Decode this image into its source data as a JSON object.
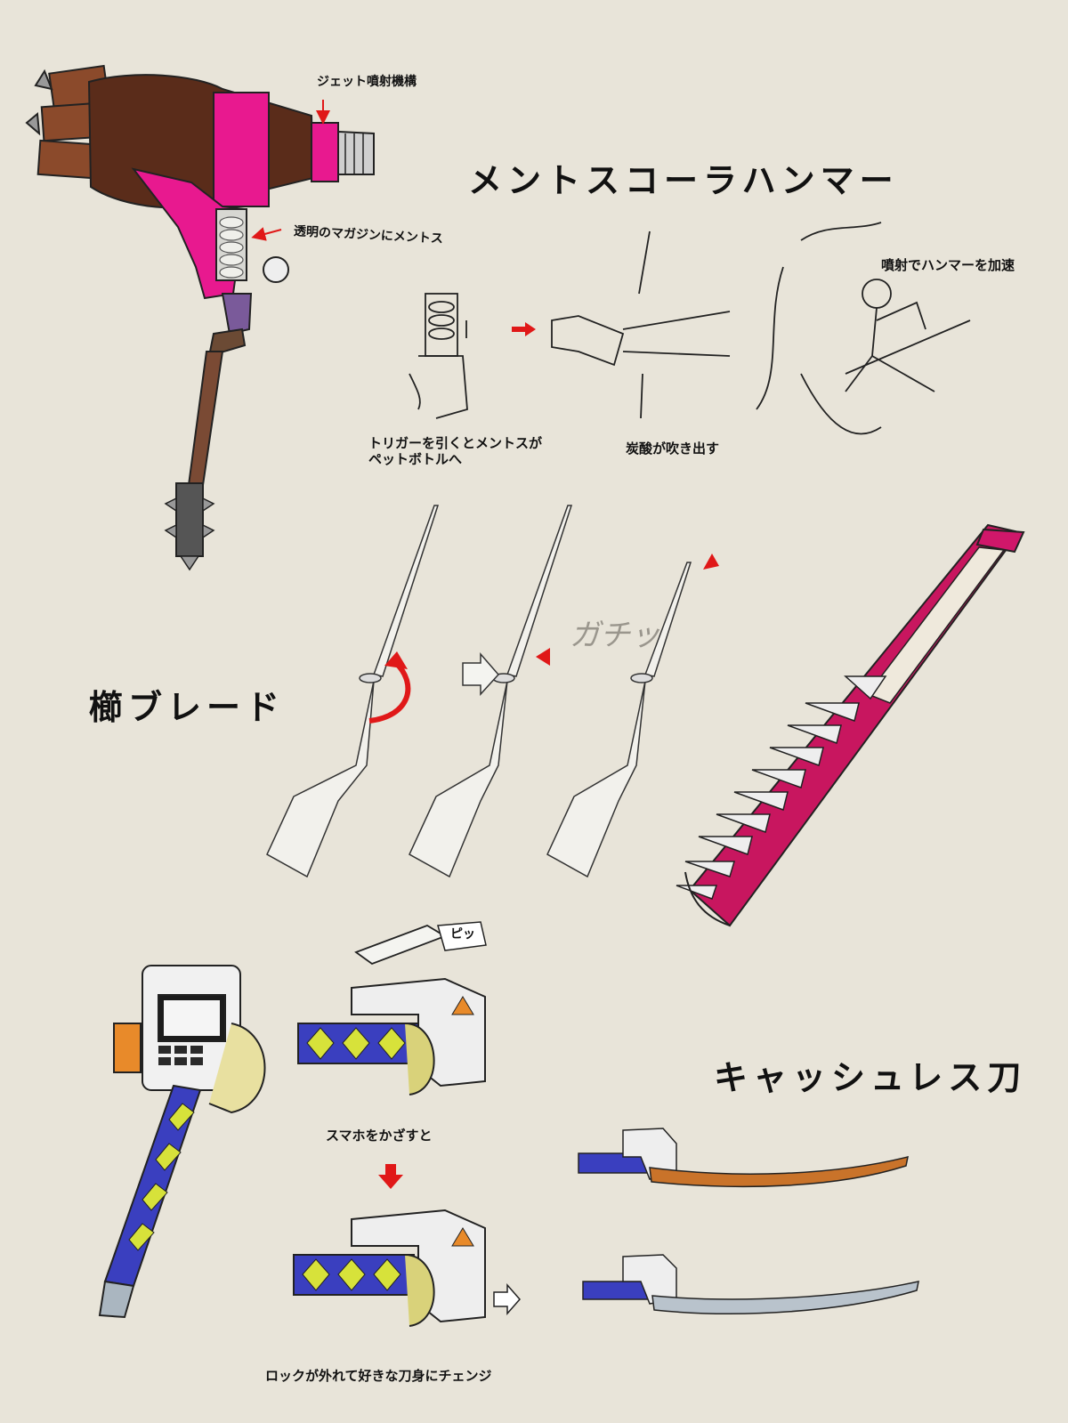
{
  "hammer": {
    "title": "メントスコーラハンマー",
    "label_jet": "ジェット噴射機構",
    "label_magazine": "透明のマガジンにメントス",
    "label_accelerate": "噴射でハンマーを加速",
    "label_trigger_1": "トリガーを引くとメントスが",
    "label_trigger_2": "ペットボトルへ",
    "label_carbonation": "炭酸が吹き出す"
  },
  "comb": {
    "title": "櫛ブレード",
    "sfx": "ガチッ"
  },
  "cashless": {
    "title": "キャッシュレス刀",
    "sfx_beep": "ピッ",
    "label_phone": "スマホをかざすと",
    "label_unlock": "ロックが外れて好きな刀身にチェンジ"
  },
  "colors": {
    "background": "#e8e4d9",
    "magenta": "#e8198f",
    "cola": "#5a2c1a",
    "arrow_red": "#e01818",
    "handle_blue": "#3a3fbf",
    "handle_yellow": "#d7e23a"
  }
}
